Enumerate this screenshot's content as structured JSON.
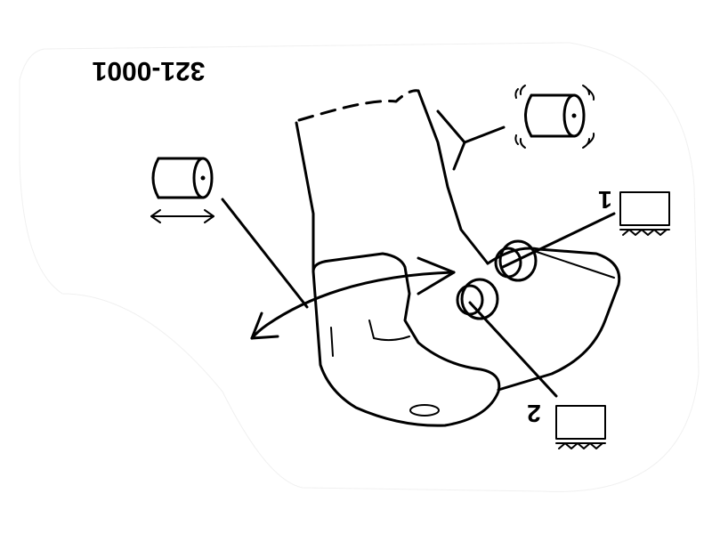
{
  "part_number": "321-0001",
  "callouts": {
    "one": "1",
    "two": "2"
  },
  "colors": {
    "ink": "#000000",
    "paper": "#ffffff",
    "background_blob": "#ffffff"
  },
  "icons": [
    "cylinder-slide-icon",
    "cylinder-vibrate-icon",
    "fixed-mount-symbol-1",
    "fixed-mount-symbol-2",
    "rotation-arrow-icon"
  ]
}
